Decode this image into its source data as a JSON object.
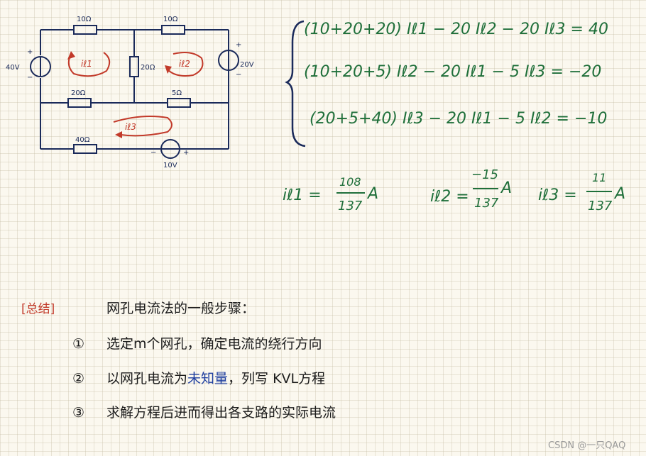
{
  "circuit": {
    "resistors": {
      "r_top_left": "10Ω",
      "r_top_right": "10Ω",
      "r_middle": "20Ω",
      "r_mid_left": "20Ω",
      "r_mid_right": "5Ω",
      "r_bottom": "40Ω"
    },
    "sources": {
      "left": "40V",
      "right": "20V",
      "bottom": "10V"
    },
    "loops": {
      "l1": "iℓ1",
      "l2": "iℓ2",
      "l3": "iℓ3"
    },
    "polarity": {
      "plus": "+",
      "minus": "−"
    }
  },
  "equations": [
    "(10+20+20) Iℓ1 − 20 Iℓ2 − 20 Iℓ3 = 40",
    "(10+20+5) Iℓ2 − 20 Iℓ1 − 5 Iℓ3 = −20",
    "(20+5+40) Iℓ3 − 20 Iℓ1 − 5 Iℓ2 = −10"
  ],
  "solutions": [
    {
      "var": "iℓ1 =",
      "num": "108",
      "den": "137",
      "unit": "A"
    },
    {
      "var": "iℓ2 =",
      "num": "−15",
      "den": "137",
      "unit": "A"
    },
    {
      "var": "iℓ3 =",
      "num": "11",
      "den": "137",
      "unit": "A"
    }
  ],
  "summary": {
    "tag": "[总结]",
    "heading": "网孔电流法的一般步骤：",
    "steps": [
      {
        "num": "①",
        "text": "选定m个网孔，确定电流的绕行方向"
      },
      {
        "num": "②",
        "text_pre": "以网孔电流为",
        "text_hl": "未知量",
        "text_post": "，列写 KVL方程"
      },
      {
        "num": "③",
        "text": "求解方程后进而得出各支路的实际电流"
      }
    ]
  },
  "watermark": "CSDN @一只QAQ",
  "colors": {
    "circuit": "#1a2a5a",
    "loop_arrow": "#c23a2a",
    "equation": "#1f6f3a",
    "highlight": "#1f3fa0"
  }
}
